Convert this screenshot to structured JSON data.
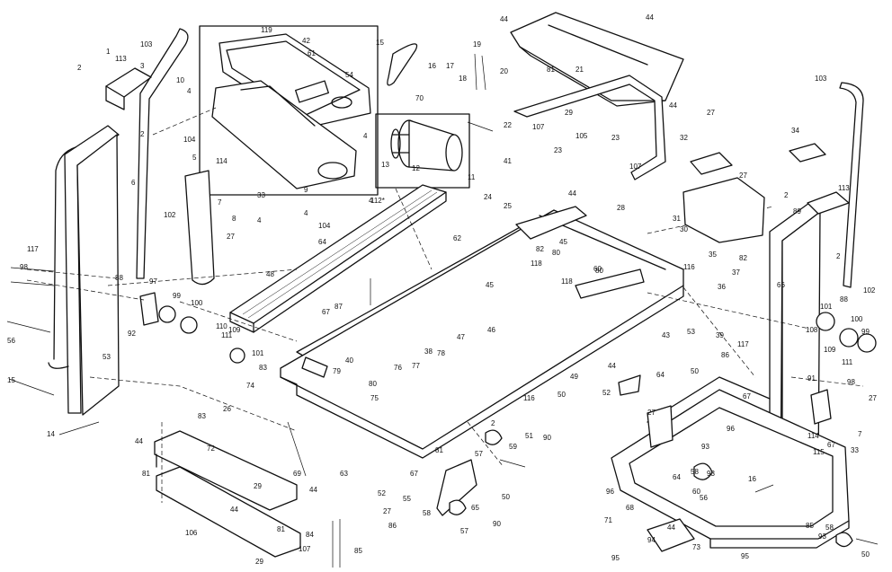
{
  "part_numbers": [
    "1",
    "2",
    "3",
    "4",
    "5",
    "6",
    "7",
    "8",
    "9",
    "10",
    "11",
    "12",
    "13",
    "14",
    "15",
    "16",
    "17",
    "18",
    "19",
    "20",
    "21",
    "22",
    "23",
    "24",
    "25",
    "26",
    "27",
    "28",
    "29",
    "30",
    "31",
    "32",
    "33",
    "34",
    "35",
    "36",
    "37",
    "38",
    "39",
    "40",
    "41",
    "42",
    "43",
    "44",
    "45",
    "46",
    "47",
    "48",
    "49",
    "50",
    "51",
    "52",
    "53",
    "54",
    "55",
    "56",
    "57",
    "58",
    "59",
    "60",
    "61",
    "62",
    "63",
    "64",
    "65",
    "66",
    "67",
    "68",
    "69",
    "70",
    "71",
    "72",
    "73",
    "74",
    "75",
    "76",
    "77",
    "78",
    "79",
    "80",
    "81",
    "82",
    "83",
    "84",
    "85",
    "86",
    "87",
    "88",
    "89",
    "90",
    "91",
    "92",
    "93",
    "94",
    "95",
    "96",
    "97",
    "98",
    "99",
    "100",
    "101",
    "102",
    "103",
    "104",
    "105",
    "106",
    "107",
    "108",
    "109",
    "110",
    "111",
    "112*",
    "113",
    "114",
    "115",
    "116",
    "117",
    "118",
    "119"
  ]
}
